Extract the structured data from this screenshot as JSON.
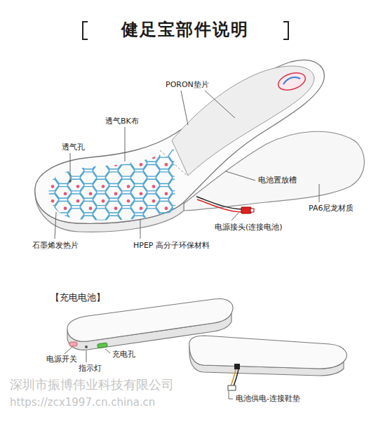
{
  "diagram": {
    "title": "健足宝部件说明",
    "labels": [
      "PORON垫片",
      "透气BK布",
      "透气孔",
      "电池置放槽",
      "PA6尼龙材质",
      "电源接头(连接电池)",
      "石墨烯发热片",
      "HPEP 高分子环保材料",
      "【充电电池】",
      "电源开关",
      "指示灯",
      "充电孔",
      "电池供电-连接鞋垫",
      "深圳市振博伟业科技有限公司",
      "https://zcx1997.cn.china.cn"
    ]
  }
}
